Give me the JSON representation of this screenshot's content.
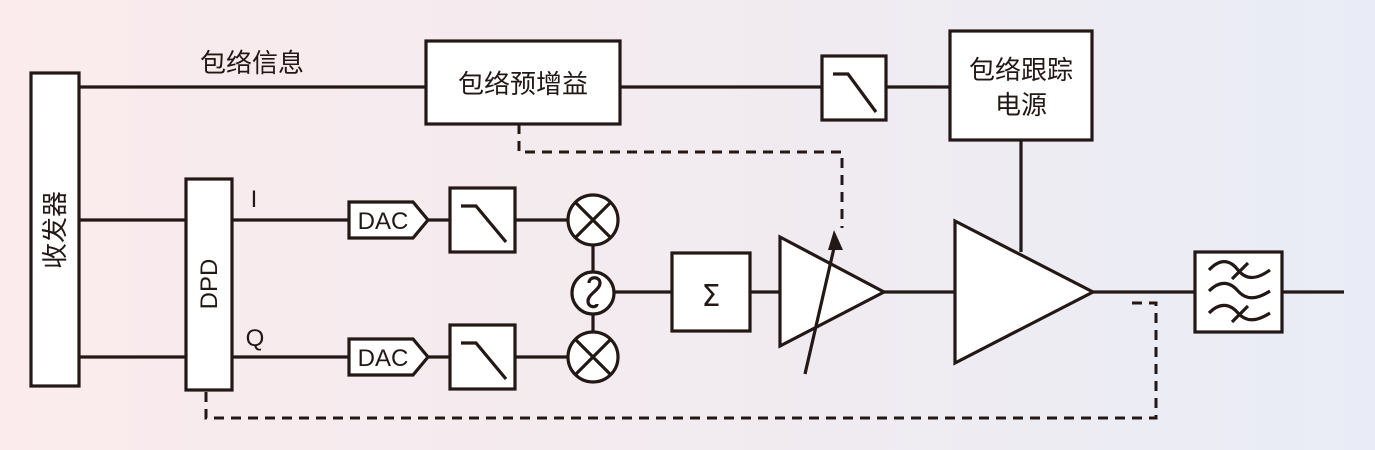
{
  "diagram": {
    "title": "Envelope tracking PA with DPD block diagram",
    "labels": {
      "envelope_info": "包络信息",
      "transceiver": "收发器",
      "dpd": "DPD",
      "i_channel": "I",
      "q_channel": "Q",
      "dac_i": "DAC",
      "dac_q": "DAC",
      "envelope_pregain": "包络预增益",
      "envelope_tracking_supply_line1": "包络跟踪",
      "envelope_tracking_supply_line2": "电源",
      "summer": "Σ"
    },
    "blocks": [
      {
        "id": "transceiver",
        "label": "收发器",
        "type": "block"
      },
      {
        "id": "dpd",
        "label": "DPD",
        "type": "block"
      },
      {
        "id": "dac_i",
        "label": "DAC",
        "type": "converter"
      },
      {
        "id": "dac_q",
        "label": "DAC",
        "type": "converter"
      },
      {
        "id": "lpf_i",
        "type": "low-pass-filter"
      },
      {
        "id": "lpf_q",
        "type": "low-pass-filter"
      },
      {
        "id": "mixer_i",
        "type": "mixer"
      },
      {
        "id": "mixer_q",
        "type": "mixer"
      },
      {
        "id": "lo",
        "type": "oscillator"
      },
      {
        "id": "summer",
        "label": "Σ",
        "type": "summer"
      },
      {
        "id": "driver_amp",
        "type": "variable-gain-amplifier"
      },
      {
        "id": "power_amp",
        "type": "amplifier"
      },
      {
        "id": "bandpass",
        "type": "band-pass-filter"
      },
      {
        "id": "envelope_pregain",
        "label": "包络预增益",
        "type": "block"
      },
      {
        "id": "lpf_env",
        "type": "low-pass-filter"
      },
      {
        "id": "et_supply",
        "label": "包络跟踪电源",
        "type": "block"
      }
    ],
    "colors": {
      "stroke": "#231815",
      "block_fill": "#ffffff",
      "background_left": "#fbebec",
      "background_right": "#e9ecf6"
    }
  }
}
